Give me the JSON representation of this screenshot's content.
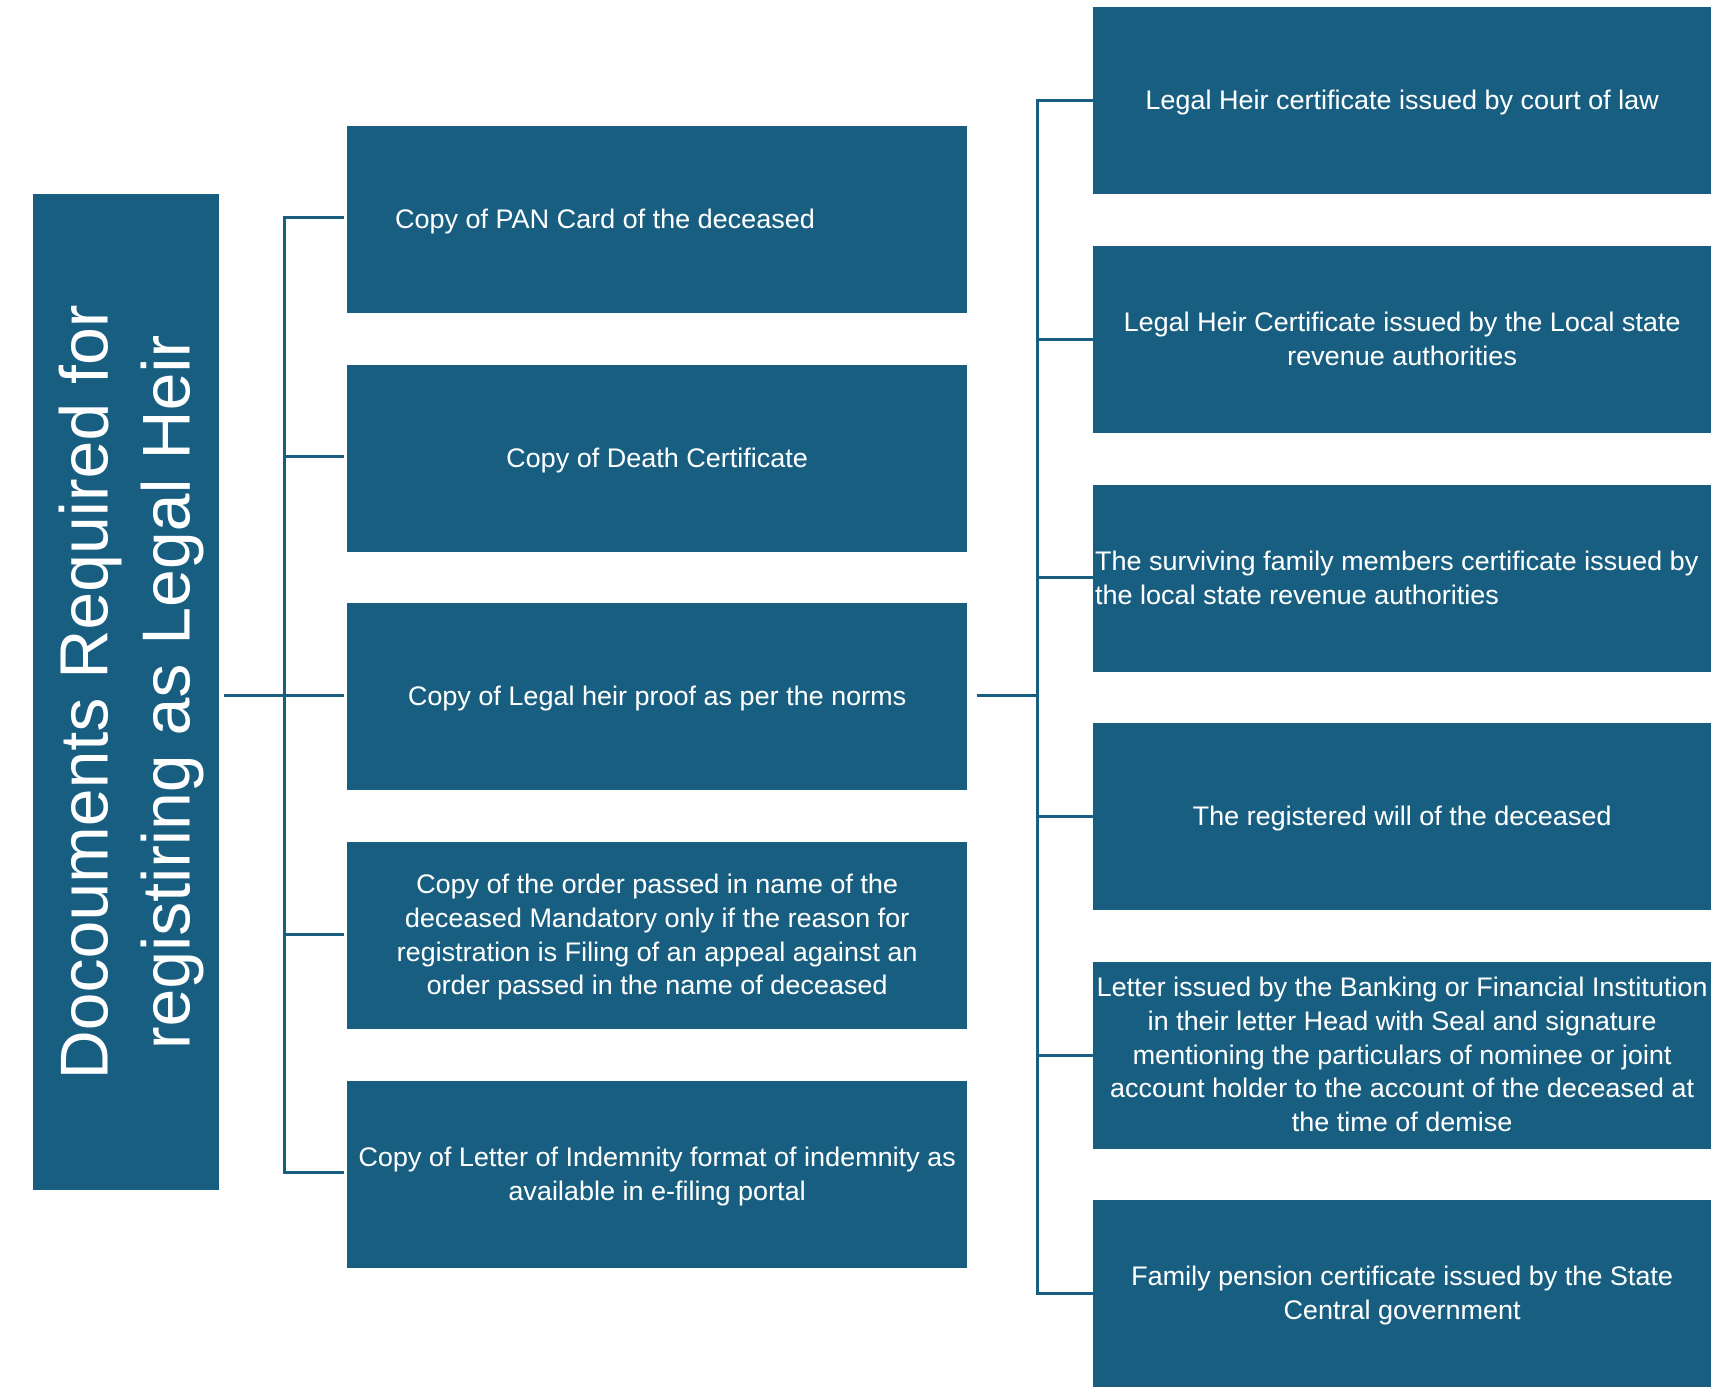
{
  "root": {
    "label_line1": "Docouments Required for",
    "label_line2": "registiring as Legal Heir"
  },
  "middle_items": [
    {
      "label": "Copy of PAN Card of the deceased"
    },
    {
      "label": "Copy of Death Certificate"
    },
    {
      "label": "Copy of Legal heir proof as per the norms"
    },
    {
      "label": "Copy of the order passed in name of the deceased Mandatory only if the reason for registration is Filing of an appeal against an order passed in the name of deceased"
    },
    {
      "label": "Copy of Letter of Indemnity format of indemnity as available in e-filing portal"
    }
  ],
  "right_items": [
    {
      "label": "Legal Heir certificate issued by court of law"
    },
    {
      "label": "Legal Heir Certificate issued by the Local state revenue authorities"
    },
    {
      "label": "The surviving family members certificate issued by the local state revenue authorities"
    },
    {
      "label": "The registered will of the deceased"
    },
    {
      "label": "Letter issued by the Banking or Financial Institution in their letter Head with Seal and signature mentioning the particulars of nominee or joint account holder to the account of the deceased at the time of demise"
    },
    {
      "label": "Family pension certificate issued by the State Central government"
    }
  ],
  "colors": {
    "box_fill": "#175e81",
    "connector": "#175e81",
    "text": "#ffffff",
    "background": "#ffffff"
  }
}
